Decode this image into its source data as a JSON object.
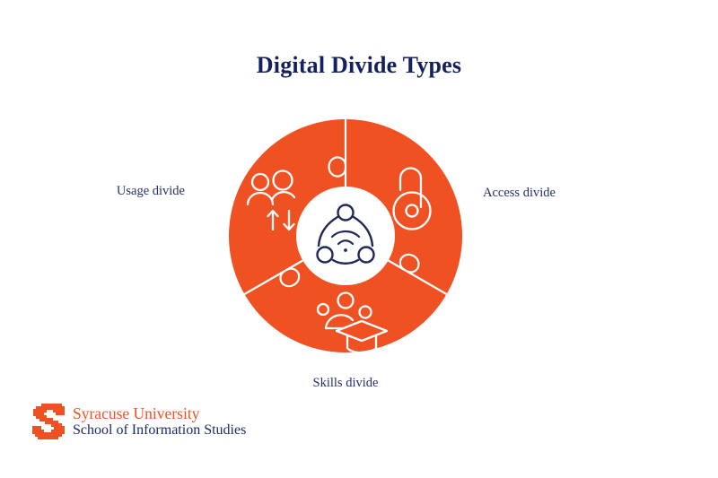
{
  "page": {
    "title": "Digital Divide Types",
    "background_color": "#ffffff"
  },
  "colors": {
    "accent_orange": "#f05123",
    "navy": "#15205e",
    "label_navy": "#22306b",
    "white": "#ffffff"
  },
  "chart_data": {
    "type": "pie",
    "title": "Digital Divide Types",
    "subtitle": "",
    "xlabel": "",
    "ylabel": "",
    "legend_position": "around-chart",
    "grid": false,
    "style": "donut-puzzle",
    "center_icon": "network-connectivity-icon",
    "slice_color": "#f05123",
    "divider_color": "#ffffff",
    "categories": [
      "Access divide",
      "Usage divide",
      "Skills divide"
    ],
    "values": [
      33.3,
      33.3,
      33.3
    ],
    "segments": [
      {
        "label": "Access divide",
        "value": 33.3,
        "icon": "open-padlock-icon",
        "label_position": "right",
        "start_angle_deg": 0,
        "end_angle_deg": 120
      },
      {
        "label": "Skills divide",
        "value": 33.3,
        "icon": "graduation-cap-icon",
        "label_position": "bottom",
        "start_angle_deg": 120,
        "end_angle_deg": 240
      },
      {
        "label": "Usage divide",
        "value": 33.3,
        "icon": "two-people-arrows-icon",
        "label_position": "left",
        "start_angle_deg": 240,
        "end_angle_deg": 360
      }
    ]
  },
  "labels": {
    "usage": "Usage divide",
    "access": "Access divide",
    "skills": "Skills divide"
  },
  "brand": {
    "mark": "syracuse-block-s-logo",
    "line1": "Syracuse University",
    "line2": "School of Information Studies"
  }
}
